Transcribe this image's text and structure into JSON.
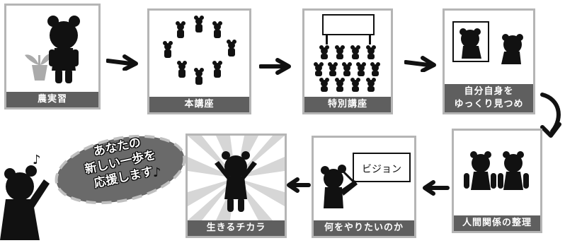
{
  "steps": [
    {
      "id": "p1",
      "lines": [
        "農実習"
      ]
    },
    {
      "id": "p2",
      "lines": [
        "本講座"
      ]
    },
    {
      "id": "p3",
      "lines": [
        "特別講座"
      ]
    },
    {
      "id": "p4",
      "lines": [
        "自分自身を",
        "ゆっくり見つめ"
      ]
    },
    {
      "id": "p5",
      "lines": [
        "人間関係の整理"
      ]
    },
    {
      "id": "p6",
      "lines": [
        "何をやりたいのか"
      ]
    },
    {
      "id": "p7",
      "lines": [
        "生きるチカラ"
      ]
    }
  ],
  "vision_board": {
    "label": "ビジョン"
  },
  "badge": {
    "lines": [
      "あなたの",
      "新しい一歩を",
      "応援します"
    ],
    "note_left": "♪",
    "note_right": "♪"
  },
  "colors": {
    "caption_bg": "#5f5f5f",
    "silhouette": "#111111",
    "frame": "#b5b5b5"
  }
}
